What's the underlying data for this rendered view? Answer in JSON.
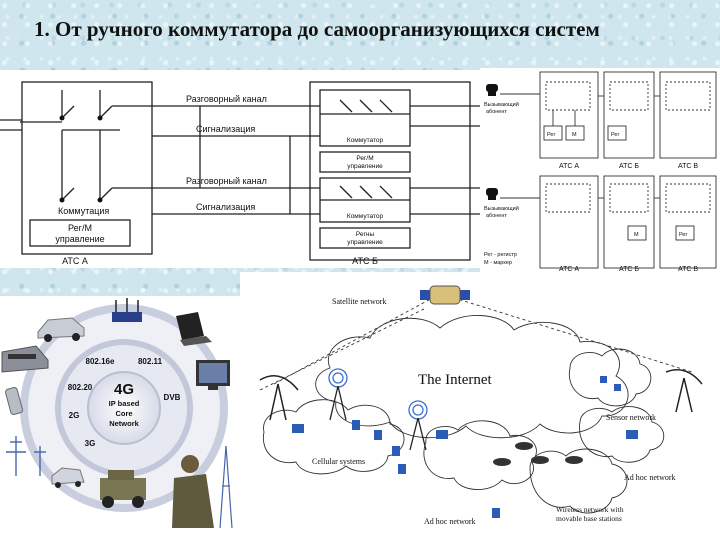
{
  "title": "1. От ручного коммутатора до самоорганизующихся систем",
  "switch_diagram": {
    "voice_channel_top": "Разговорный канал",
    "signaling_top": "Сигнализация",
    "voice_channel_bottom": "Разговорный канал",
    "signaling_bottom": "Сигнализация",
    "switching": "Коммутация",
    "control_a_line1": "Рег/М",
    "control_a_line2": "управление",
    "exchange_a": "АТС А",
    "exchange_b": "АТС Б",
    "b_switch_top": "Коммутатор",
    "b_ctrl_top_line1": "Рег/М",
    "b_ctrl_top_line2": "управление",
    "b_switch_bottom": "Коммутатор",
    "b_ctrl_bottom_line1": "Регны",
    "b_ctrl_bottom_line2": "управление"
  },
  "exchange_diagram": {
    "caller_top_line1": "Вызывающий",
    "caller_top_line2": "абонент",
    "caller_bottom_line1": "Вызывающий",
    "caller_bottom_line2": "абонент",
    "reg": "Рег",
    "m": "М",
    "atc_a": "АТС А",
    "atc_b": "АТС Б",
    "atc_v": "АТС В",
    "legend_line1": "Рег - регистр",
    "legend_line2": "М - маркер"
  },
  "network_4g": {
    "center_line1": "4G",
    "center_line2": "IP based",
    "center_line3": "Core",
    "center_line4": "Network",
    "labels": [
      "802.16e",
      "802.11",
      "802.20",
      "DVB",
      "2G",
      "3G"
    ]
  },
  "internet_diagram": {
    "satellite_network": "Satellite network",
    "the_internet": "The Internet",
    "sensor_network": "Sensor network",
    "cellular_systems": "Cellular systems",
    "ad_hoc_network_right": "Ad hoc network",
    "wireless_network_line1": "Wireless network with",
    "wireless_network_line2": "movable base stations",
    "ad_hoc_network_bottom": "Ad hoc network"
  },
  "colors": {
    "background": "#cfe6ee",
    "title": "#111111",
    "line": "#222222",
    "panel": "#ffffff"
  }
}
